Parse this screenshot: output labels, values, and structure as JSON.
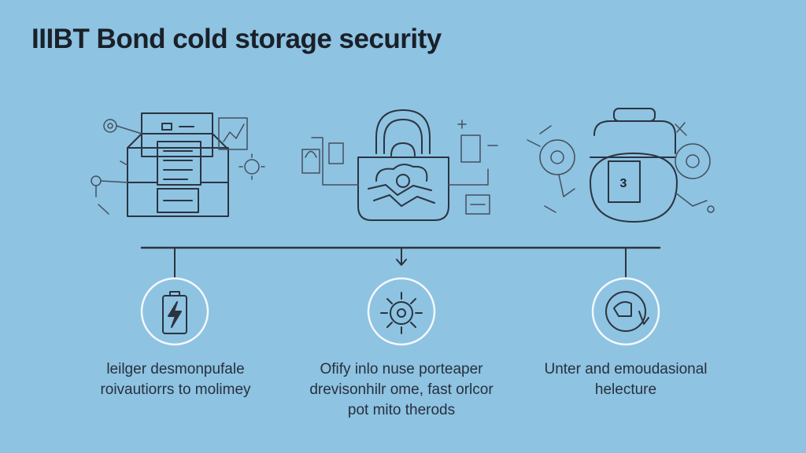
{
  "title": "IIIBT Bond cold storage security",
  "captions": [
    {
      "lines": [
        "leilger desmonpufale",
        "roivautiorrs to molimey"
      ]
    },
    {
      "lines": [
        "Ofify inlo nuse porteaper",
        "drevisonhilr ome, fast orlcor",
        "pot mito therods"
      ]
    },
    {
      "lines": [
        "Unter and emoudasional",
        "helecture"
      ]
    }
  ],
  "lock_label": "3"
}
